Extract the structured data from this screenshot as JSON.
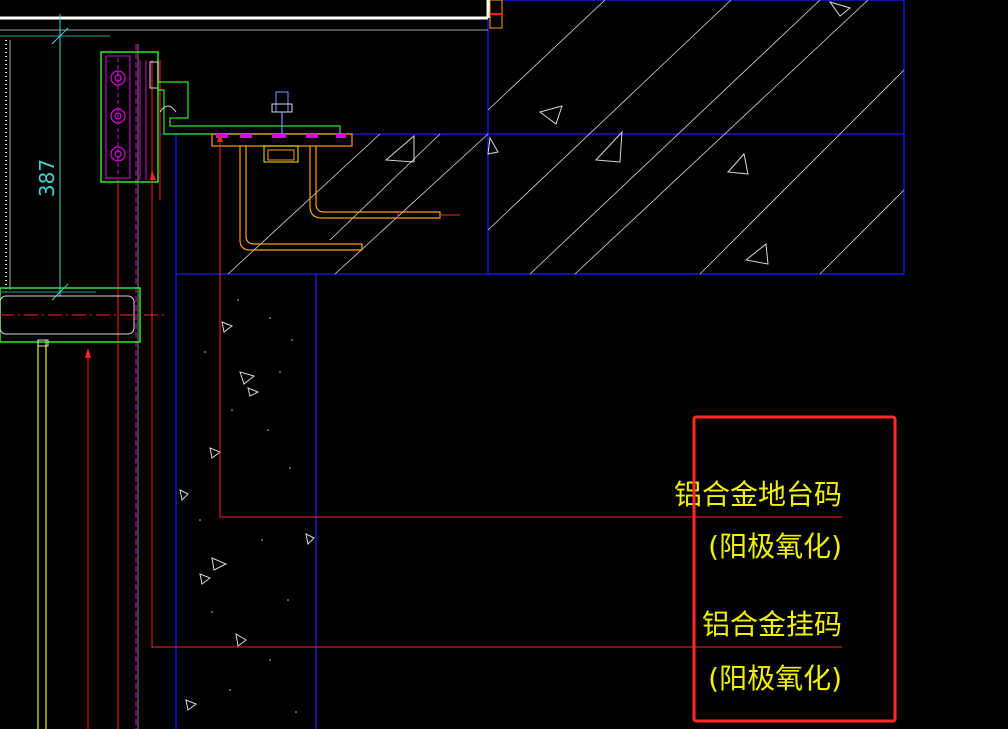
{
  "dimension": {
    "value": "387"
  },
  "annotations": [
    {
      "label": "铝合金地台码",
      "finish": "(阳极氧化)"
    },
    {
      "label": "铝合金挂码",
      "finish": "(阳极氧化)"
    }
  ],
  "colors": {
    "background": "#000000",
    "blue_lines": "#1a1aff",
    "green_parts": "#2ee62e",
    "magenta_lines": "#e000e0",
    "red_leaders": "#ff2020",
    "yellow_text": "#f2f200",
    "orange_anchor": "#ffa000",
    "dimension_cyan": "#3fd0d0",
    "highlight_box": "#ff2a2a",
    "hatch_white": "#d8d8d8"
  }
}
